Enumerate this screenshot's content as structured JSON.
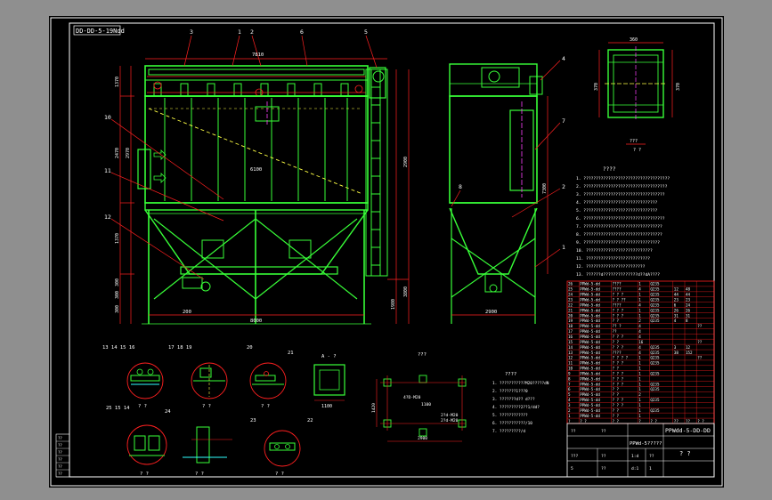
{
  "drawing": {
    "code_box": "DD-DD-5-19Ndd",
    "title_code": "PPWdd-5-DD-DD",
    "title_name": "? ?",
    "title_sub": "PPWd-5?????",
    "title_cells": [
      "???",
      "??",
      "1:d",
      "??",
      "5",
      "??",
      "d:1",
      "1",
      "??",
      "??"
    ],
    "left_strip": [
      "??",
      "??",
      "??",
      "??",
      "??",
      "??"
    ]
  },
  "front_view": {
    "callouts_top": [
      "3",
      "1",
      "2",
      "6",
      "5"
    ],
    "callouts_left": [
      "10",
      "11",
      "12"
    ],
    "dim_top": "7810",
    "dims_left": [
      "1370",
      "2470",
      "2970",
      "1370",
      "300",
      "300",
      "300"
    ],
    "dims_right": [
      "2900",
      "3800",
      "1980"
    ],
    "dims_bottom": [
      "200",
      "8000"
    ],
    "mid_label": "6100"
  },
  "side_view": {
    "callouts": [
      "4",
      "7",
      "2",
      "1",
      "8"
    ],
    "dim_bottom": "2900",
    "dim_side": "7300"
  },
  "plan_view": {
    "dim_top": "360",
    "dims_side": [
      "370",
      "370"
    ],
    "caption": "???"
  },
  "notes": {
    "title": "????",
    "lines": [
      "1. ???????????????????????????????????",
      "2. ??????????????????????????????????",
      "3. ?????????????????????????????????",
      "4. ??????????????????????????????",
      "5. ??????????????????????????????",
      "6. ?????????????????????????????????",
      "7. ????????????????????????????????",
      "8. ????????????????????????????????",
      "9. ???????????????????????????????",
      "10. ???????????????????????????",
      "11. ??????????????????????????",
      "12. ????????????????????????",
      "13. ??????d??????????????d??dA????"
    ]
  },
  "detail_labels": {
    "d1_callouts": "13 14 15 16",
    "d1_cap": "? ?",
    "d2_callouts": "17 18 19",
    "d2_cap": "? ?",
    "d3_callouts": "20",
    "d3_side": "21",
    "d3_cap": "? ?",
    "d4_callouts": "25 15 14",
    "d4_side": "24",
    "d4_cap": "? ?",
    "d5_cap": "? ?",
    "d6_callouts": "23",
    "d6_side": "22",
    "d6_cap": "? ?",
    "sq_title": "A - ?",
    "sq_dim": "1100"
  },
  "anchor_plan": {
    "title": "???",
    "labels": [
      "4?D-M20",
      "2?d-M20",
      "2?d-M20"
    ],
    "dims": [
      "1420",
      "2900",
      "1100"
    ],
    "notes_title": "????",
    "notes": [
      "1. ???????????M20?????dN",
      "2. ???????1???0",
      "3. ???????d?? d???",
      "4. ?????????2??1/dd?",
      "5. ????????????",
      "6. ???????????/10",
      "7. ?????????/d"
    ]
  },
  "parts_table": {
    "rows": [
      [
        "26",
        "PPWd-5-dd",
        "????",
        "1",
        "Q235",
        "",
        "",
        ""
      ],
      [
        "25",
        "PPWd-5-dd",
        "????",
        "4",
        "Q235",
        "12",
        "48",
        ""
      ],
      [
        "24",
        "PPWd-5-dd",
        "? ? ?",
        "1",
        "Q235",
        "44",
        "44",
        ""
      ],
      [
        "23",
        "PPWd-5-dd",
        "? ? ??",
        "1",
        "Q235",
        "23",
        "23",
        ""
      ],
      [
        "22",
        "PPWd-5-dd",
        "????",
        "4",
        "Q235",
        "6",
        "24",
        ""
      ],
      [
        "21",
        "PPWd-5-dd",
        "? ? ?",
        "1",
        "Q235",
        "26",
        "26",
        ""
      ],
      [
        "20",
        "PPWd-5-dd",
        "? ? ?",
        "1",
        "Q235",
        "31",
        "31",
        ""
      ],
      [
        "19",
        "PPWd-5-dd",
        "? ?",
        "2",
        "Q235",
        "4",
        "8",
        ""
      ],
      [
        "18",
        "PPWd-5-dd",
        "?? ?",
        "4",
        "",
        "",
        "",
        "??"
      ],
      [
        "17",
        "PPWd-5-dd",
        "??",
        "4",
        "",
        "",
        "",
        ""
      ],
      [
        "16",
        "PPWd-5-dd",
        "? ? ?",
        "4",
        "",
        "",
        "",
        ""
      ],
      [
        "15",
        "PPWd-5-dd",
        "? ?",
        "16",
        "",
        "",
        "",
        "??"
      ],
      [
        "14",
        "PPWd-5-dd",
        "? ? ?",
        "4",
        "Q235",
        "3",
        "12",
        ""
      ],
      [
        "13",
        "PPWd-5-dd",
        "????",
        "4",
        "Q235",
        "38",
        "152",
        ""
      ],
      [
        "12",
        "PPWd-5-dd",
        "? ? ? ?",
        "1",
        "Q235",
        "",
        "",
        "??"
      ],
      [
        "11",
        "PPWd-5-dd",
        "? ? ?",
        "1",
        "Q235",
        "",
        "",
        ""
      ],
      [
        "10",
        "PPWd-5-dd",
        "? ?",
        "1",
        "",
        "",
        "",
        ""
      ],
      [
        "9",
        "PPWd-5-dd",
        "? ? ?",
        "1",
        "Q235",
        "",
        "",
        ""
      ],
      [
        "8",
        "PPWd-5-dd",
        "? ? ?",
        "1",
        "",
        "",
        "",
        ""
      ],
      [
        "7",
        "PPWd-5-dd",
        "? ? ?",
        "1",
        "Q235",
        "",
        "",
        ""
      ],
      [
        "6",
        "PPWd-5-dd",
        "? ?",
        "1",
        "Q235",
        "",
        "",
        ""
      ],
      [
        "5",
        "PPWd-5-dd",
        "? ?",
        "2",
        "",
        "",
        "",
        ""
      ],
      [
        "4",
        "PPWd-5-dd",
        "? ? ?",
        "1",
        "Q235",
        "",
        "",
        ""
      ],
      [
        "3",
        "PPWd-5-dd",
        "? ? ?",
        "1",
        "",
        "",
        "",
        ""
      ],
      [
        "2",
        "PPWd-5-dd",
        "? ?",
        "1",
        "Q235",
        "",
        "",
        ""
      ],
      [
        "1",
        "PPWd-5-dd",
        "? ?",
        "1",
        "",
        "",
        "",
        ""
      ]
    ],
    "header": [
      "?",
      "? ?",
      "? ?",
      "?",
      "? ?",
      "??",
      "??",
      "? ?"
    ]
  },
  "colors": {
    "background": "#8f8f8f",
    "paper": "#000000",
    "structure": "#38ff38",
    "annotation_red": "#ff2020",
    "text_white": "#ffffff",
    "hidden_yellow": "#ffff44",
    "axis_magenta": "#ff40ff",
    "steel_cyan": "#30ffff"
  }
}
